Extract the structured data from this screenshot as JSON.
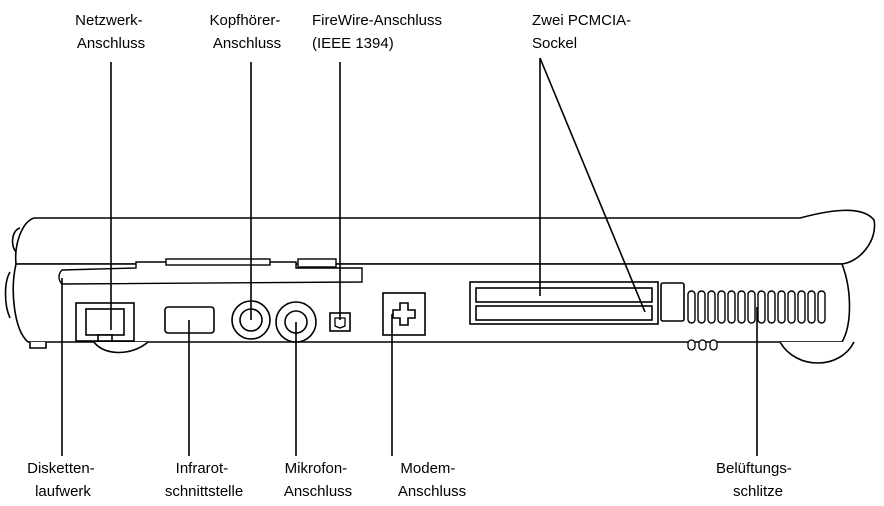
{
  "labels_top": {
    "network": [
      "Netzwerk-",
      "Anschluss"
    ],
    "headphone": [
      "Kopfhörer-",
      "Anschluss"
    ],
    "firewire": [
      "FireWire-Anschluss",
      "(IEEE 1394)"
    ],
    "pcmcia": [
      "Zwei PCMCIA-",
      "Sockel"
    ]
  },
  "labels_bottom": {
    "floppy": [
      "Disketten-",
      "laufwerk"
    ],
    "infrared": [
      "Infrarot-",
      "schnittstelle"
    ],
    "microphone": [
      "Mikrofon-",
      "Anschluss"
    ],
    "modem": [
      "Modem-",
      "Anschluss"
    ],
    "vents": [
      "Belüftungs-",
      "schlitze"
    ]
  }
}
